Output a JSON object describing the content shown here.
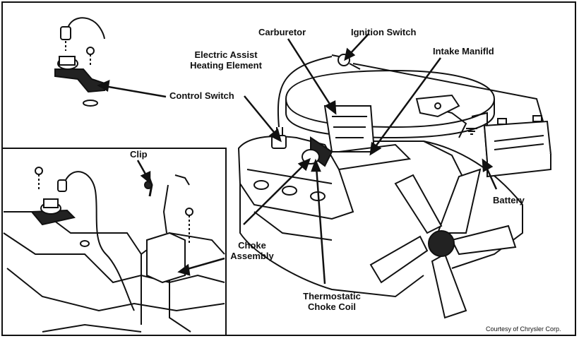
{
  "labels": {
    "carburetor": "Carburetor",
    "ignition_switch": "Ignition Switch",
    "intake_manifold": "Intake Manifld",
    "heating_element_line1": "Electric Assist",
    "heating_element_line2": "Heating Element",
    "control_switch": "Control Switch",
    "clip": "Clip",
    "battery": "Battery",
    "choke_assembly_line1": "Choke",
    "choke_assembly_line2": "Assembly",
    "thermostatic_line1": "Thermostatic",
    "thermostatic_line2": "Choke Coil"
  },
  "credit": "Courtesy of Chrysler Corp.",
  "colors": {
    "ink": "#111111",
    "paper": "#ffffff"
  }
}
